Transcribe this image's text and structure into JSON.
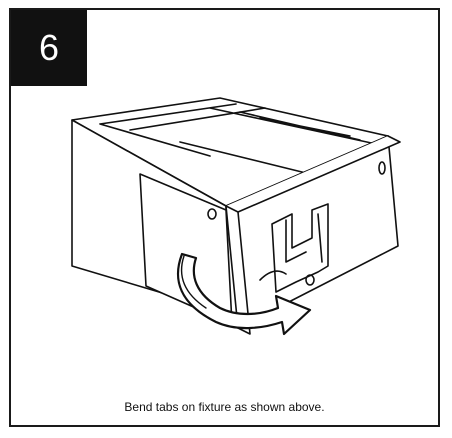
{
  "step": {
    "number": "6"
  },
  "illustration": {
    "subject": "light-fixture-corner-with-end-cap-tab",
    "arrow": "curved-bend-arrow",
    "line_color": "#111111"
  },
  "caption": {
    "text": "Bend tabs on fixture as shown above."
  }
}
